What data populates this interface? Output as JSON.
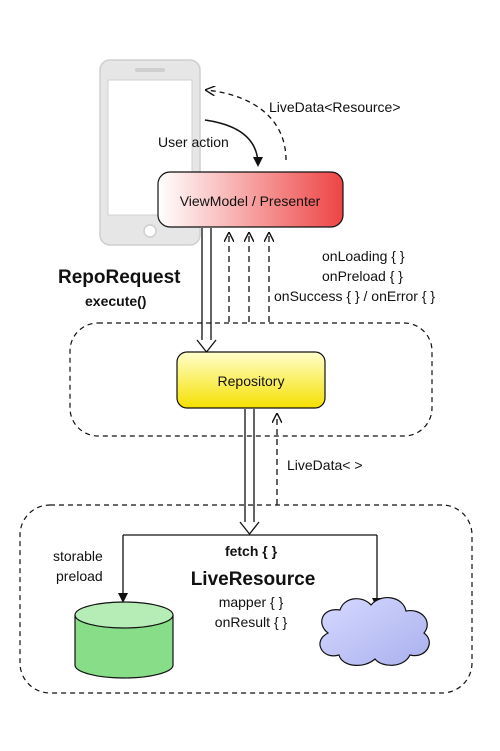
{
  "phone": {
    "icon": "smartphone-icon",
    "frame_color": "#e6e6e6",
    "screen_color": "#ffffff"
  },
  "labels": {
    "live_data_resource": "LiveData<Resource>",
    "user_action": "User action",
    "repo_request": "RepoRequest",
    "execute": "execute()",
    "on_loading": "onLoading { }",
    "on_preload": "onPreload { }",
    "on_success_error": "onSuccess { } / onError { }",
    "live_data": "LiveData< >",
    "fetch": "fetch { }",
    "storable": "storable",
    "preload": "preload",
    "live_resource": "LiveResource",
    "mapper": "mapper { }",
    "on_result": "onResult { }"
  },
  "nodes": {
    "viewmodel": {
      "label": "ViewModel / Presenter",
      "gradient": [
        "#ffffff",
        "#ee4444"
      ]
    },
    "repository": {
      "label": "Repository",
      "gradient": [
        "#ffffcc",
        "#f5e000"
      ]
    },
    "storage": {
      "icon": "database-cylinder-icon",
      "color": "#88dd88"
    },
    "network": {
      "icon": "cloud-icon",
      "color": "#aab0ee"
    }
  }
}
